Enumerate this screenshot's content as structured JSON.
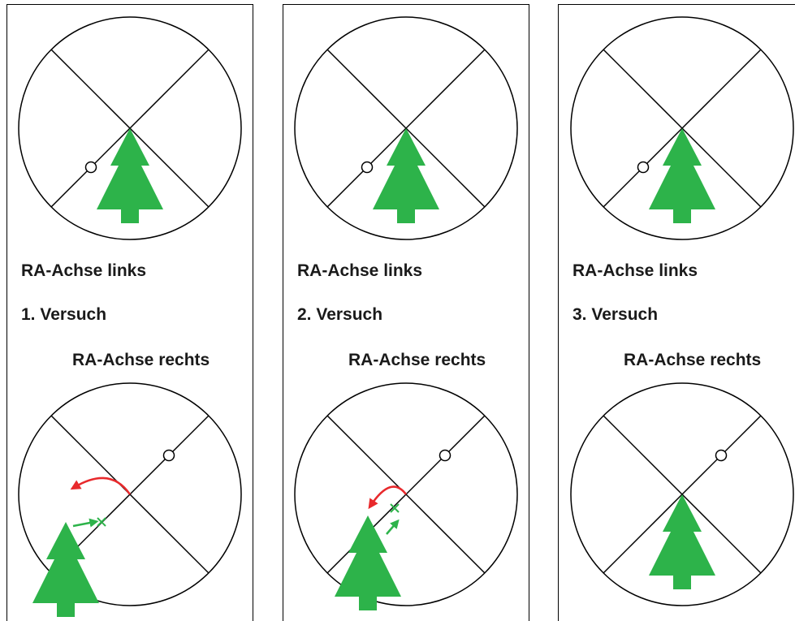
{
  "panels": [
    {
      "top_label": "RA-Achse links",
      "attempt": "1. Versuch",
      "bottom_label": "RA-Achse rechts"
    },
    {
      "top_label": "RA-Achse links",
      "attempt": "2. Versuch",
      "bottom_label": "RA-Achse rechts"
    },
    {
      "top_label": "RA-Achse links",
      "attempt": "3. Versuch",
      "bottom_label": "RA-Achse rechts"
    }
  ],
  "colors": {
    "tree": "#2db34a",
    "arrow_red": "#e8292c",
    "marker_green": "#2db34a",
    "line": "#000000"
  }
}
